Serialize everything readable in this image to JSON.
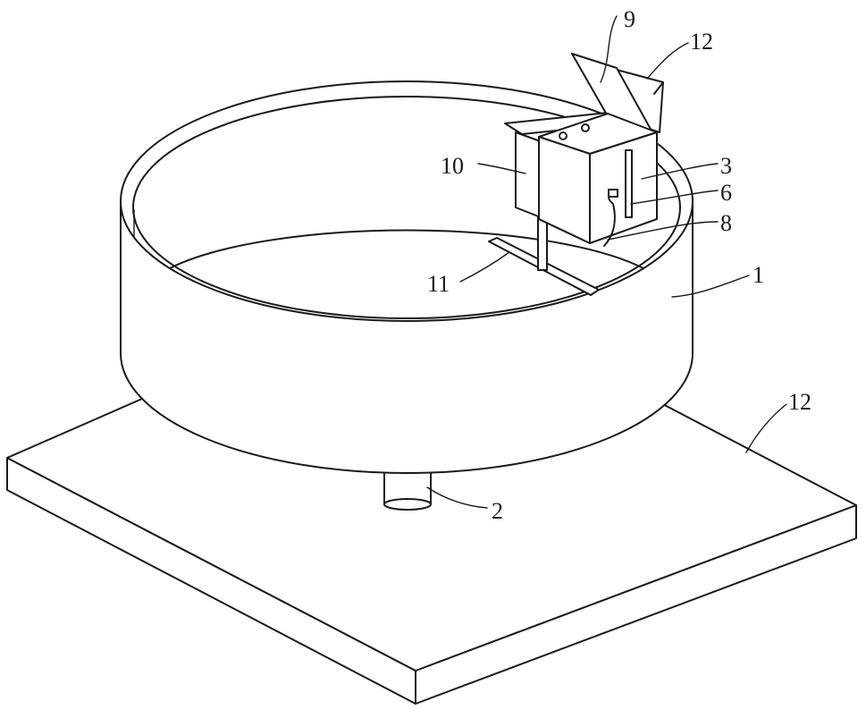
{
  "figure": {
    "labels": {
      "base_plate": "12",
      "bin_shelf": "12",
      "cylinder": "1",
      "shaft": "2",
      "box": "3",
      "rod": "6",
      "wire": "8",
      "lid": "9",
      "side_box": "10",
      "arm": "11"
    }
  }
}
